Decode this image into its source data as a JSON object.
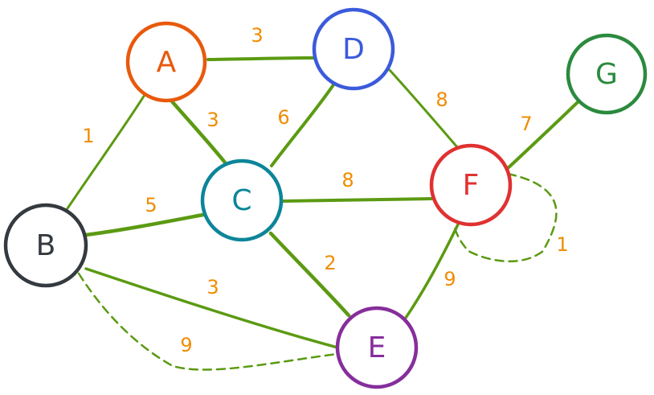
{
  "colors": {
    "edge": "#5b9a12",
    "weight": "#f08c00"
  },
  "nodes": [
    {
      "id": "A",
      "label": "A",
      "color": "#e8590c"
    },
    {
      "id": "B",
      "label": "B",
      "color": "#343a40"
    },
    {
      "id": "C",
      "label": "C",
      "color": "#0c8599"
    },
    {
      "id": "D",
      "label": "D",
      "color": "#3b5bdb"
    },
    {
      "id": "E",
      "label": "E",
      "color": "#862e9c"
    },
    {
      "id": "F",
      "label": "F",
      "color": "#e03131"
    },
    {
      "id": "G",
      "label": "G",
      "color": "#2b8a3e"
    }
  ],
  "edges": [
    {
      "from": "A",
      "to": "D",
      "weight": "3",
      "style": "solid"
    },
    {
      "from": "A",
      "to": "B",
      "weight": "1",
      "style": "solid"
    },
    {
      "from": "A",
      "to": "C",
      "weight": "3",
      "style": "solid"
    },
    {
      "from": "D",
      "to": "C",
      "weight": "6",
      "style": "solid"
    },
    {
      "from": "D",
      "to": "F",
      "weight": "8",
      "style": "solid"
    },
    {
      "from": "G",
      "to": "F",
      "weight": "7",
      "style": "solid"
    },
    {
      "from": "B",
      "to": "C",
      "weight": "5",
      "style": "solid"
    },
    {
      "from": "C",
      "to": "F",
      "weight": "8",
      "style": "solid"
    },
    {
      "from": "C",
      "to": "E",
      "weight": "2",
      "style": "solid"
    },
    {
      "from": "B",
      "to": "E",
      "weight": "3",
      "style": "solid"
    },
    {
      "from": "F",
      "to": "E",
      "weight": "9",
      "style": "solid"
    },
    {
      "from": "B",
      "to": "E",
      "weight": "9",
      "style": "dashed"
    },
    {
      "from": "F",
      "to": "F",
      "weight": "1",
      "style": "dashed"
    }
  ]
}
